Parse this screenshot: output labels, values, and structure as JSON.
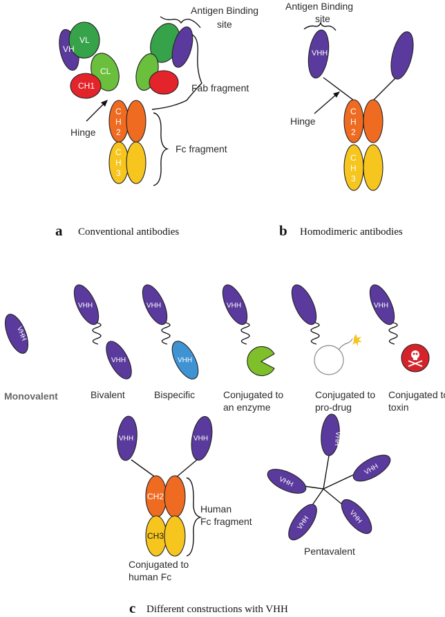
{
  "colors": {
    "vhh": "#5a3a9c",
    "vl": "#36a24a",
    "cl": "#6abf3c",
    "ch1": "#e3242b",
    "ch2": "#ef6b22",
    "ch3": "#f6c51e",
    "bispecific": "#3f93d3",
    "enzyme": "#7fbf2a",
    "toxin": "#d4232a"
  },
  "panel_a": {
    "letter": "a",
    "caption": "Conventional antibodies",
    "antigen_binding_line1": "Antigen Binding",
    "antigen_binding_line2": "site",
    "fab_fragment": "Fab fragment",
    "hinge": "Hinge",
    "fc_fragment": "Fc fragment",
    "domains": {
      "vh": "VH",
      "vl": "VL",
      "cl": "CL",
      "ch1": "CH1",
      "ch2_top": "C",
      "ch2_bottom": "H",
      "ch2_num": "2",
      "ch3_top": "C",
      "ch3_bottom": "H",
      "ch3_num": "3"
    }
  },
  "panel_b": {
    "letter": "b",
    "caption": "Homodimeric antibodies",
    "antigen_binding_line1": "Antigen Binding",
    "antigen_binding_line2": "site",
    "hinge": "Hinge",
    "domains": {
      "vhh": "VHH",
      "ch2_top": "C",
      "ch2_bottom": "H",
      "ch2_num": "2",
      "ch3_top": "C",
      "ch3_bottom": "H",
      "ch3_num": "3"
    }
  },
  "panel_c": {
    "letter": "c",
    "caption": "Different constructions with VHH",
    "monovalent": "Monovalent",
    "bivalent": "Bivalent",
    "bispecific": "Bispecific",
    "enzyme_line1": "Conjugated to",
    "enzyme_line2": "an enzyme",
    "prodrug_line1": "Conjugated to",
    "prodrug_line2": "pro-drug",
    "toxin_line1": "Conjugated to",
    "toxin_line2": "toxin",
    "human_fc_line1": "Human",
    "human_fc_line2": "Fc fragment",
    "conj_fc_line1": "Conjugated to",
    "conj_fc_line2": "human Fc",
    "pentavalent": "Pentavalent",
    "domains": {
      "vhh": "VHH",
      "ch2": "CH2",
      "ch3": "CH3"
    }
  }
}
